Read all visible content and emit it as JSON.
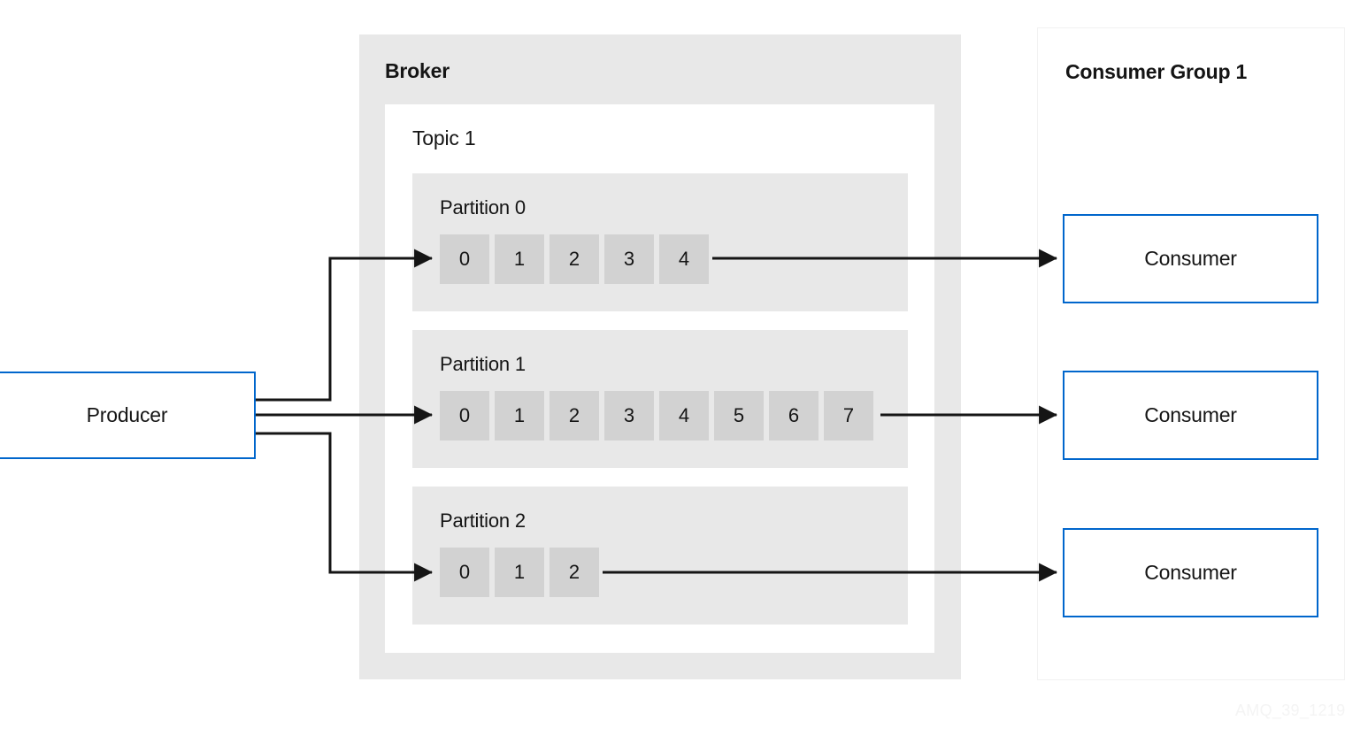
{
  "diagram": {
    "title_watermark": "AMQ_39_1219",
    "accent_color": "#0066cc",
    "line_color": "#151515",
    "panel_color": "#e8e8e8",
    "cell_color": "#d2d2d2"
  },
  "producer": {
    "label": "Producer"
  },
  "broker": {
    "label": "Broker",
    "topic": {
      "label": "Topic 1",
      "partitions": [
        {
          "label": "Partition 0",
          "messages": [
            "0",
            "1",
            "2",
            "3",
            "4"
          ]
        },
        {
          "label": "Partition 1",
          "messages": [
            "0",
            "1",
            "2",
            "3",
            "4",
            "5",
            "6",
            "7"
          ]
        },
        {
          "label": "Partition 2",
          "messages": [
            "0",
            "1",
            "2"
          ]
        }
      ]
    }
  },
  "consumer_group": {
    "label": "Consumer Group 1",
    "consumers": [
      {
        "label": "Consumer"
      },
      {
        "label": "Consumer"
      },
      {
        "label": "Consumer"
      }
    ]
  }
}
